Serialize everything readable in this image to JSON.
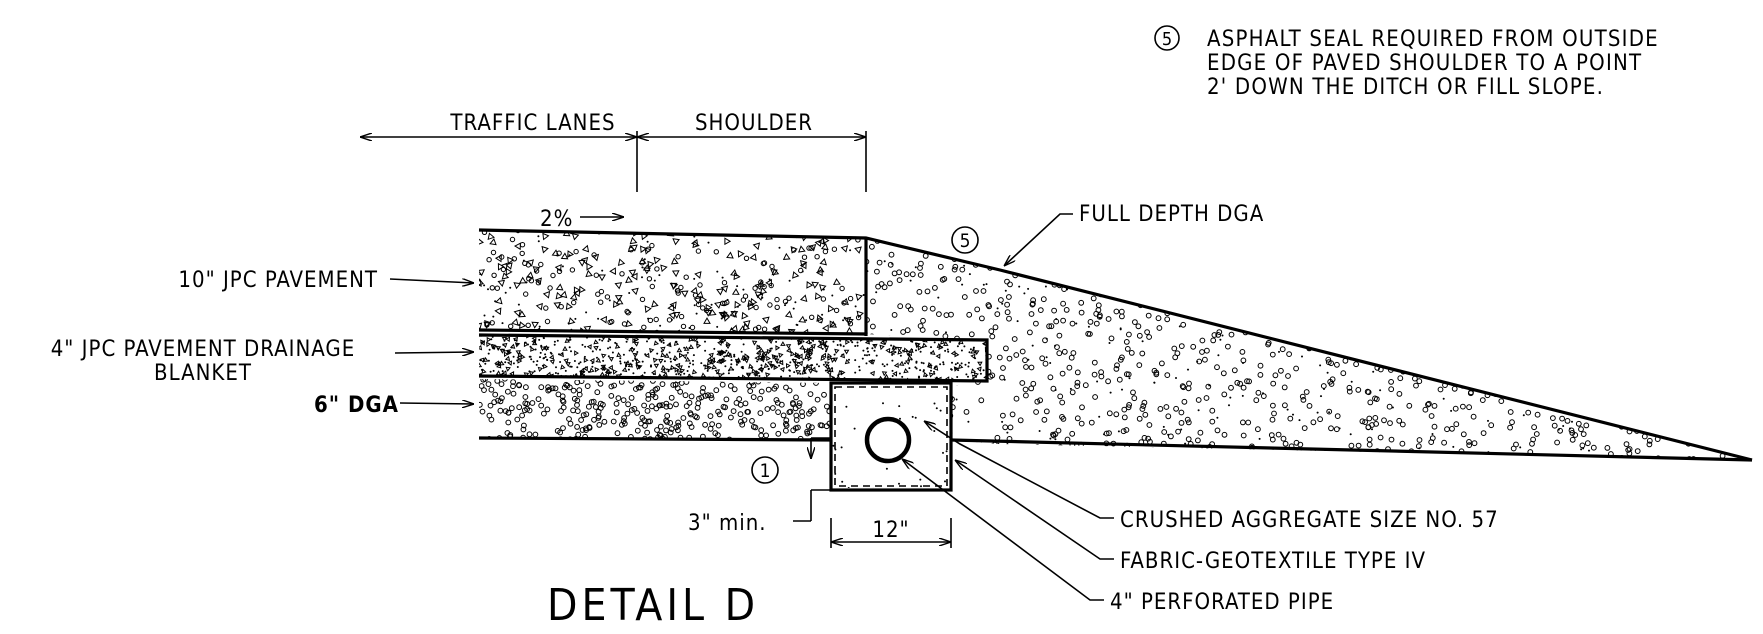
{
  "notes": {
    "callout_5_symbol": "5",
    "note_5_line1": "ASPHALT SEAL REQUIRED FROM OUTSIDE",
    "note_5_line2": "EDGE OF PAVED SHOULDER TO A POINT",
    "note_5_line3": "2' DOWN THE DITCH OR FILL SLOPE."
  },
  "labels": {
    "traffic_lanes": "TRAFFIC LANES",
    "shoulder": "SHOULDER",
    "slope": "2%",
    "full_depth_dga": "FULL DEPTH DGA",
    "callout_5": "5",
    "jpc_pavement": "10\" JPC PAVEMENT",
    "drainage_blanket_line1": "4\" JPC PAVEMENT DRAINAGE",
    "drainage_blanket_line2": "BLANKET",
    "dga_6": "6\" DGA",
    "callout_1": "1",
    "min_depth": "3\" min.",
    "trench_width": "12\"",
    "crushed_aggregate": "CRUSHED AGGREGATE SIZE NO. 57",
    "fabric_geotextile": "FABRIC-GEOTEXTILE TYPE IV",
    "perforated_pipe": "4\" PERFORATED PIPE",
    "detail_title": "DETAIL D"
  },
  "colors": {
    "ink": "#000000",
    "paper": "#ffffff"
  }
}
